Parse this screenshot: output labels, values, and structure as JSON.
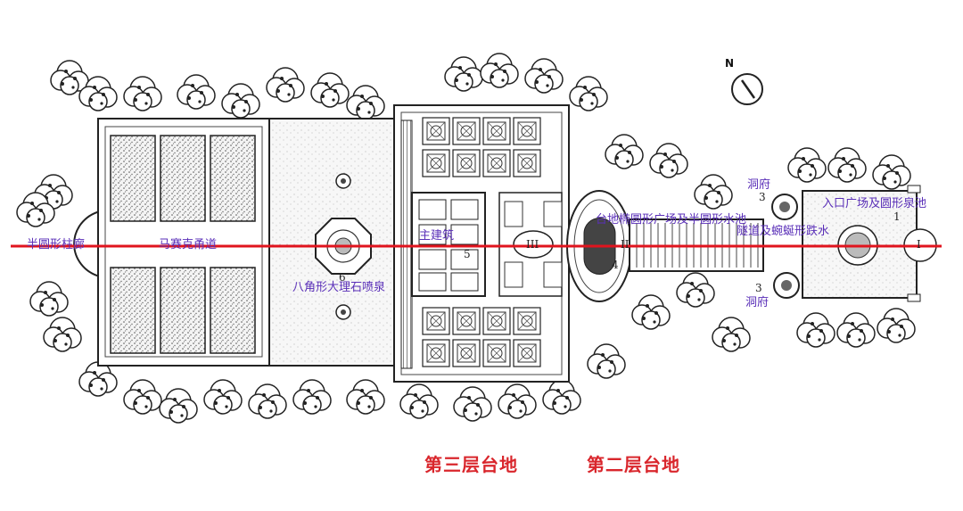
{
  "labels": {
    "semicircle_colonnade": "半圆形柱廊",
    "horse_track": "马赛克甬道",
    "octagon_fountain": "八角形大理石喷泉",
    "main_building": "主建筑",
    "ellipse_plaza": "台地椭圆形广场及半圆形水池",
    "serpentine_cascade": "隧道及蜿蜒形跌水",
    "entrance_plaza": "入口广场及圆形泉池",
    "grotto_top": "洞府",
    "grotto_bottom": "洞府"
  },
  "numbers": {
    "n1": "1",
    "n3a": "3",
    "n3b": "3",
    "n4": "4",
    "n5": "5",
    "n6": "6",
    "nI": "I",
    "nII": "II",
    "nIII": "III"
  },
  "terraces": {
    "third": "第三层台地",
    "second": "第二层台地"
  },
  "north": "N",
  "colors": {
    "axis_line": "#e0141e",
    "label": "#5a2fb8",
    "terrace_text": "#d9262c",
    "ink": "#1a1a1a"
  }
}
